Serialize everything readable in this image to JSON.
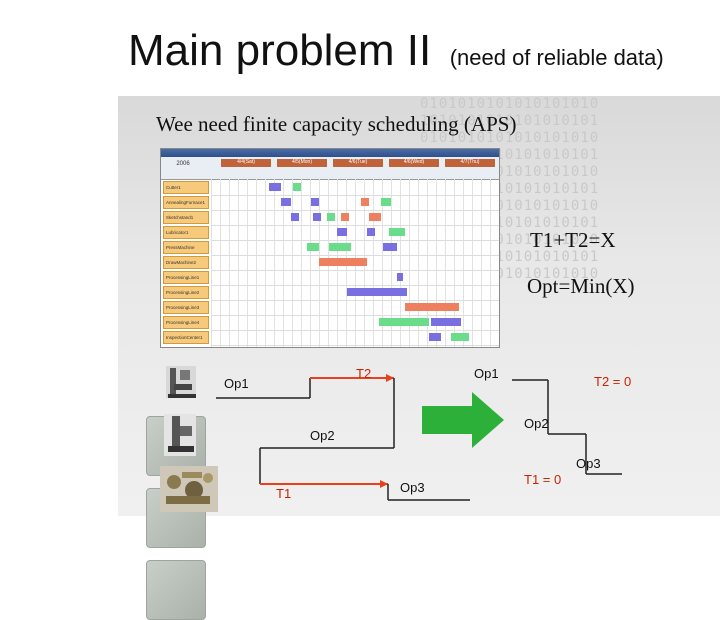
{
  "title": {
    "main": "Main problem II",
    "sub": "(need of reliable data)"
  },
  "panel": {
    "heading": "Wee need finite capacity scheduling (APS)",
    "formula1": "T1+T2=X",
    "formula2": "Opt=Min(X)"
  },
  "gantt": {
    "year": "2006",
    "days": [
      "4/4(Sat)",
      "4/5(Mon)",
      "4/6(Tue)",
      "4/6(Wed)",
      "4/7(Thu)"
    ],
    "rows": [
      "Cutter1",
      "AnnealingFurnace1",
      "Sketchstand1",
      "Lubricator1",
      "PressMachine",
      "DrawMachine2",
      "ProcessingLine1",
      "ProcessingLine2",
      "ProcessingLine3",
      "ProcessingLine4",
      "InspectionCenter1"
    ]
  },
  "diagram": {
    "before": {
      "op1": "Op1",
      "op2": "Op2",
      "op3": "Op3",
      "t1": "T1",
      "t2": "T2"
    },
    "after": {
      "op1": "Op1",
      "op2": "Op2",
      "op3": "Op3",
      "t1": "T1 = 0",
      "t2": "T2 = 0"
    }
  },
  "colors": {
    "arrow": "#2db03a",
    "red": "#e8421c",
    "timeline": "#222222"
  },
  "binary_text": "0101010101010101010\n1010101010101010101\n0101010101010101010\n1010101010101010101\n0101010101010101010\n1010101010101010101\n0101010101010101010\n1010101010101010101\n0101010101010101010\n1010101010101010101\n0101010101010101010"
}
